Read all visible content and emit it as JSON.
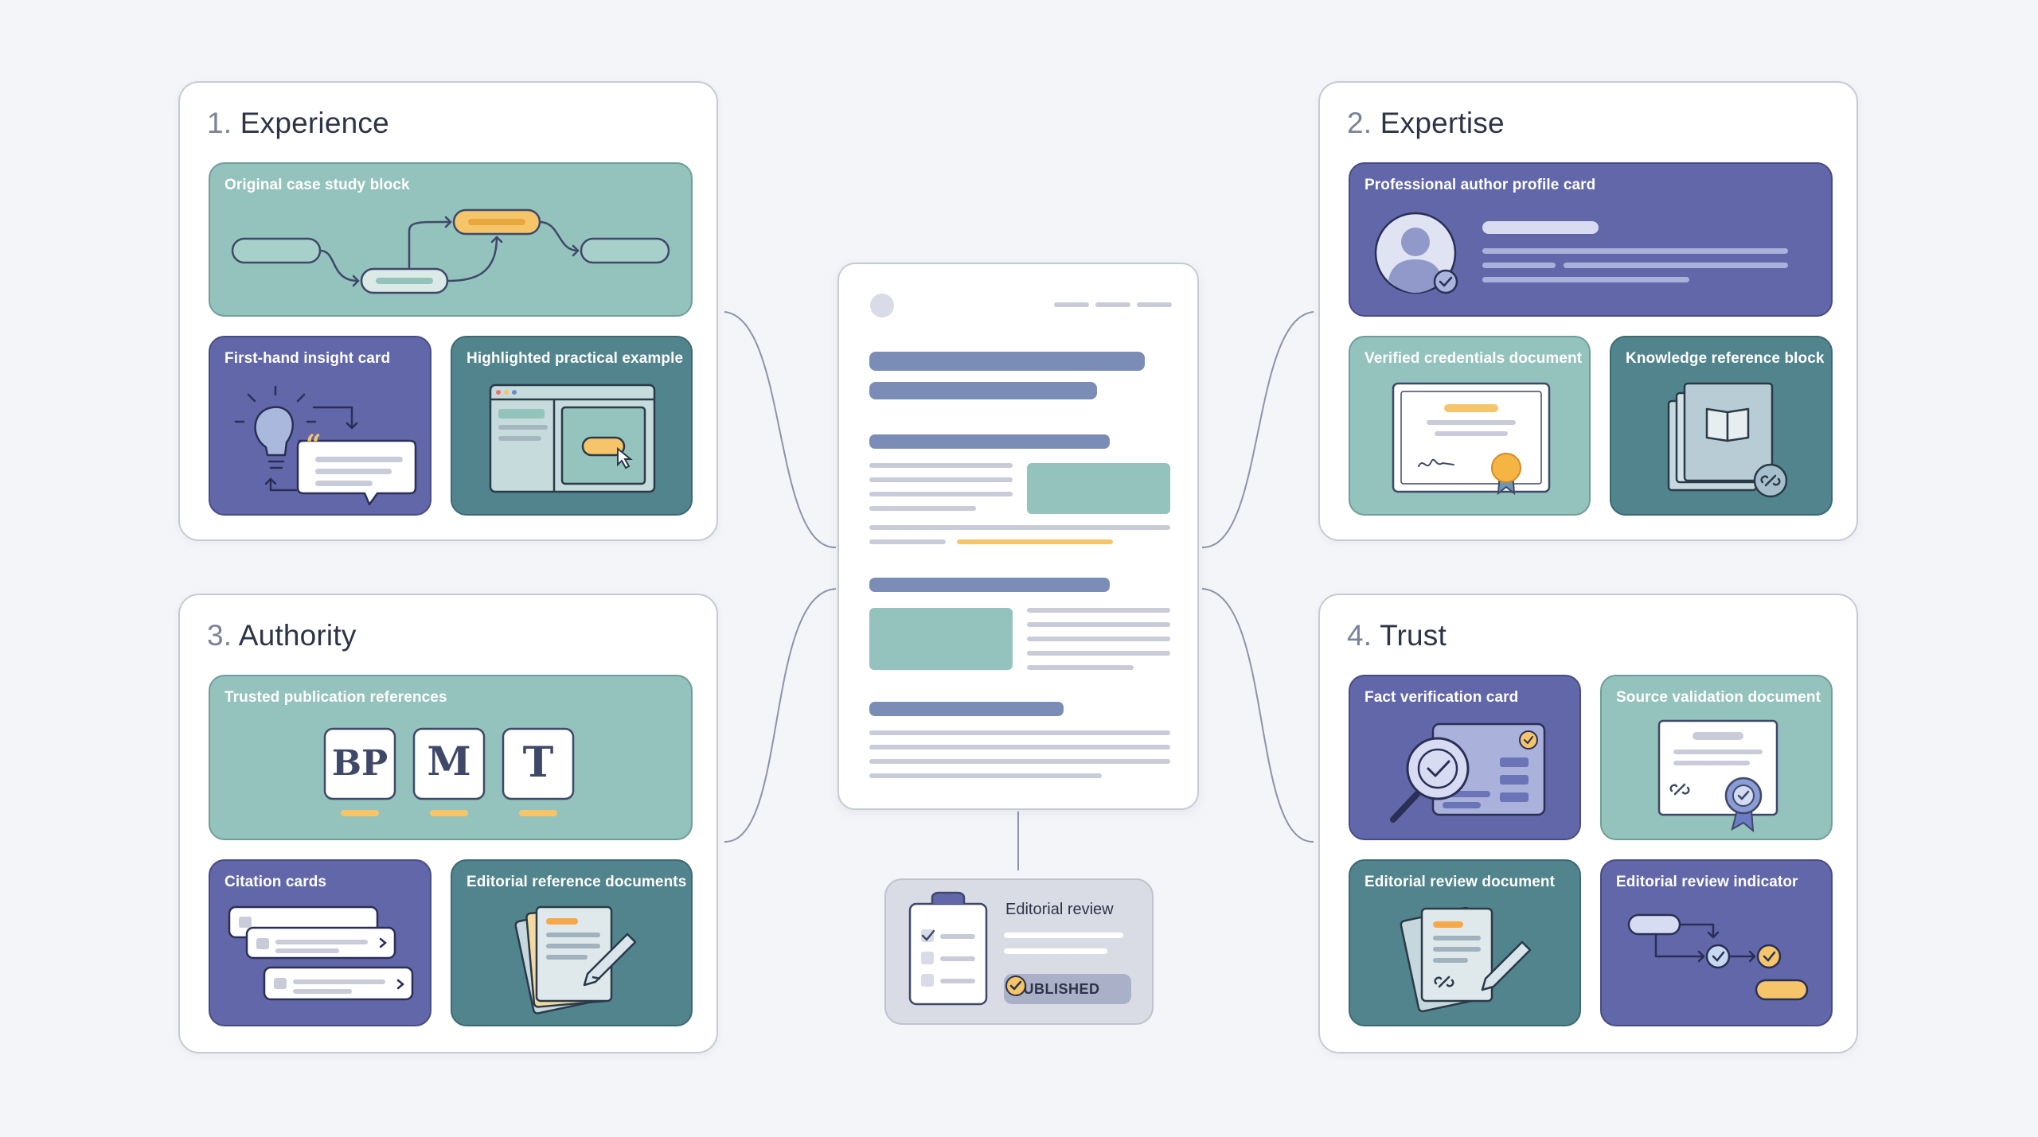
{
  "panels": {
    "experience": {
      "number": "1.",
      "title": "Experience",
      "cards": {
        "case_study": "Original case study block",
        "insight": "First-hand insight card",
        "practical": "Highlighted practical example"
      }
    },
    "expertise": {
      "number": "2.",
      "title": "Expertise",
      "cards": {
        "author_profile": "Professional author profile card",
        "credentials": "Verified credentials document",
        "knowledge": "Knowledge reference block"
      }
    },
    "authority": {
      "number": "3.",
      "title": "Authority",
      "cards": {
        "publications": "Trusted publication references",
        "citations": "Citation cards",
        "editorial_docs": "Editorial reference documents"
      },
      "publication_logos": [
        "BP",
        "M",
        "T"
      ]
    },
    "trust": {
      "number": "4.",
      "title": "Trust",
      "cards": {
        "fact_verification": "Fact verification card",
        "source_validation": "Source validation document",
        "editorial_review_doc": "Editorial review document",
        "editorial_review_indicator": "Editorial review indicator"
      }
    }
  },
  "editorial_review": {
    "title": "Editorial review",
    "badge": "PUBLISHED"
  },
  "icons": {
    "experience": [
      "workflow-icon",
      "lightbulb-icon",
      "quote-bubble-icon",
      "browser-window-icon",
      "cursor-icon"
    ],
    "expertise": [
      "avatar-icon",
      "verified-check-icon",
      "certificate-icon",
      "book-icon",
      "link-icon"
    ],
    "authority": [
      "publication-logo-icon",
      "citation-card-icon",
      "document-stack-icon",
      "pencil-icon"
    ],
    "trust": [
      "magnifier-icon",
      "check-icon",
      "document-icon",
      "award-badge-icon",
      "pencil-icon",
      "workflow-icon"
    ],
    "center": [
      "article-document-icon",
      "clipboard-checklist-icon",
      "check-circle-icon"
    ]
  },
  "colors": {
    "teal": "#94c2bd",
    "purple": "#6267aa",
    "dark_teal": "#51848c",
    "accent_orange": "#f6c56a",
    "panel_border": "#c5cad6",
    "text": "#2d3448"
  }
}
